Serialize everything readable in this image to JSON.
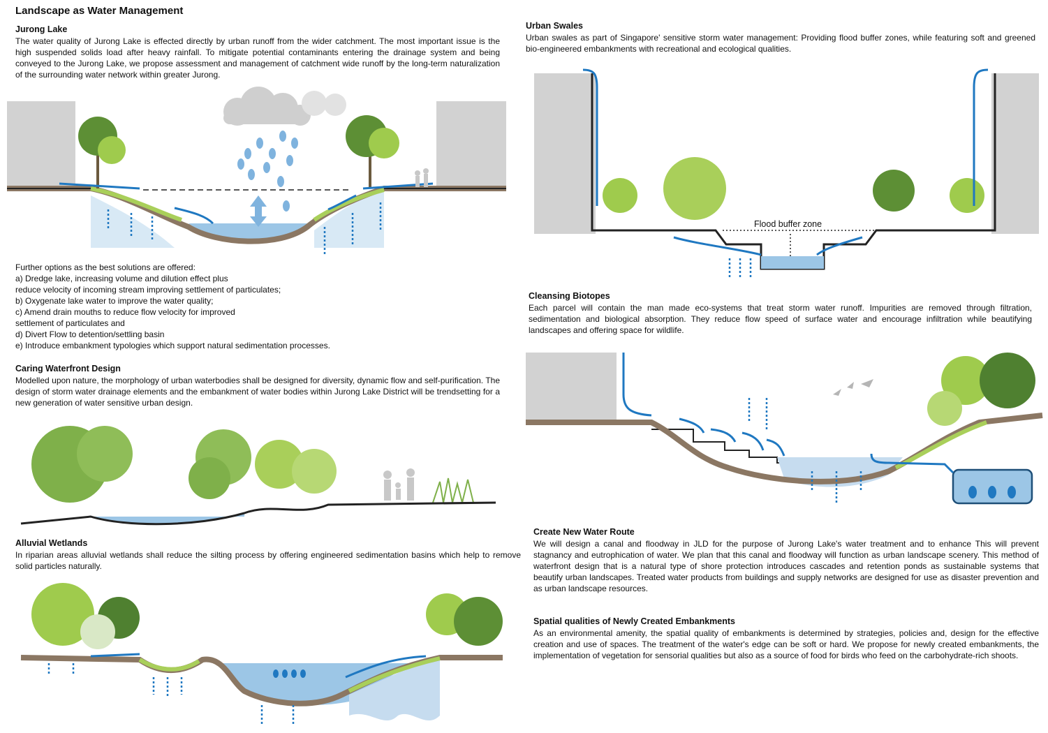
{
  "page_title": "Landscape as Water Management",
  "jurong_lake": {
    "heading": "Jurong Lake",
    "body": "The water quality of Jurong Lake is effected directly by urban runoff from the wider catchment. The most important issue is the high suspended solids load after heavy rainfall. To mitigate potential contaminants entering the drainage system and being conveyed to the Jurong Lake, we propose assessment and management of catchment wide runoff by the long-term naturalization of the surrounding water network within greater Jurong."
  },
  "further_options": {
    "intro": "Further options as the best solutions are offered:",
    "lines": [
      "a) Dredge  lake, increasing volume  and dilution effect plus",
      "reduce velocity of incoming stream improving  settlement of particulates;",
      "b) Oxygenate lake water to improve  the water quality;",
      "c) Amend drain  mouths to reduce flow velocity for improved",
      "settlement of particulates and",
      "d) Divert  Flow to detention/settling basin",
      "e) Introduce embankment typologies which support natural sedimentation processes."
    ]
  },
  "caring_waterfront": {
    "heading": "Caring Waterfront Design",
    "body": "Modelled upon nature, the morphology of urban waterbodies shall be designed for diversity, dynamic flow and self-purification. The design of storm water drainage elements and the embankment of water bodies within Jurong Lake District will be trendsetting for a new generation of water sensitive urban design."
  },
  "alluvial_wetlands": {
    "heading": "Alluvial Wetlands",
    "body": "In riparian areas alluvial wetlands shall reduce the silting process by offering engineered sedimentation basins which help to remove  solid particles naturally."
  },
  "urban_swales": {
    "heading": "Urban Swales",
    "body": "Urban swales as part of  Singapore' sensitive storm water management: Providing flood buffer zones, while featuring soft and greened bio-engineered  embankments with recreational and ecological qualities.",
    "diagram_label": "Flood buffer zone"
  },
  "cleansing_biotopes": {
    "heading": "Cleansing Biotopes",
    "body": "Each parcel will contain the man made eco-systems that treat storm water runoff. Impurities are removed through filtration, sedimentation and biological absorption. They reduce flow speed of surface water and encourage infiltration while beautifying landscapes and offering space for wildlife."
  },
  "new_water_route": {
    "heading": "Create New Water Route",
    "body": "We will design a canal and floodway in JLD for the purpose of Jurong Lake's water treatment and to enhance This will prevent stagnancy and eutrophication of water. We plan that this canal and floodway will function as urban landscape scenery. This method of waterfront design that is a natural type of shore protection introduces cascades and retention ponds as sustainable systems that beautify urban landscapes. Treated water products from buildings and supply networks are designed for use as disaster prevention  and as urban landscape resources."
  },
  "spatial_qualities": {
    "heading": "Spatial qualities of Newly Created Embankments",
    "body": "As an environmental amenity, the spatial quality of embankments is determined by strategies, policies and, design for the effective creation and use of spaces. The treatment of the water's edge can be soft or hard. We propose for newly created embankments, the implementation of vegetation for sensorial qualities but also as a source of food for birds who feed on the carbohydrate-rich shoots."
  },
  "colors": {
    "water": "#9cc6e6",
    "arrow": "#1f78c1",
    "soil": "#8b7763",
    "grass": "#a9cf5a",
    "tree_dark": "#5d8f35",
    "tree_light": "#9fcb4d",
    "building": "#d2d2d2"
  }
}
